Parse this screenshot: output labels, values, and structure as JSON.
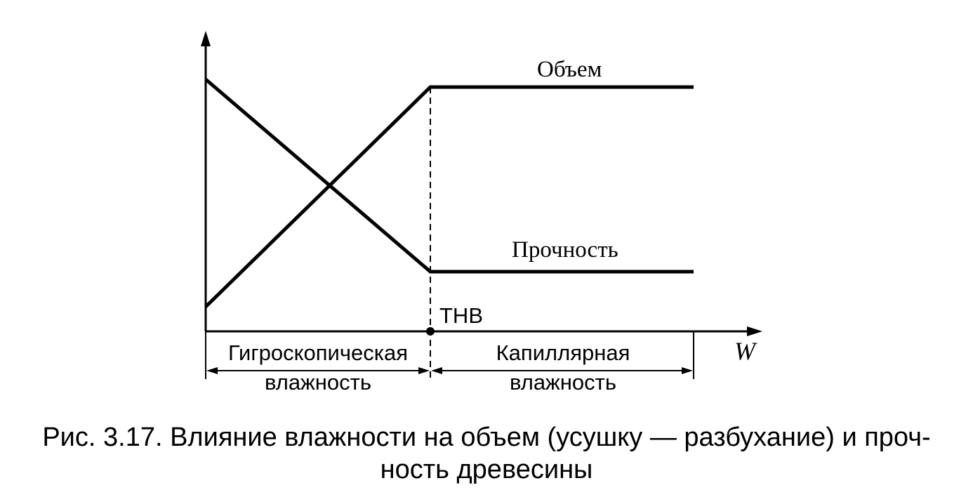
{
  "diagram": {
    "curves": {
      "volume_label": "Объем",
      "strength_label": "Прочность"
    },
    "fsp_label": "ТНВ",
    "x_axis_label": "W",
    "zones": {
      "hygroscopic": {
        "line1": "Гигроскопическая",
        "line2": "влажность"
      },
      "capillary": {
        "line1": "Капиллярная",
        "line2": "влажность"
      }
    }
  },
  "caption": {
    "line1": "Рис. 3.17. Влияние влажности на объем (усушку — разбухание) и проч-",
    "line2": "ность древесины"
  },
  "colors": {
    "ink": "#000000",
    "background": "#ffffff"
  }
}
